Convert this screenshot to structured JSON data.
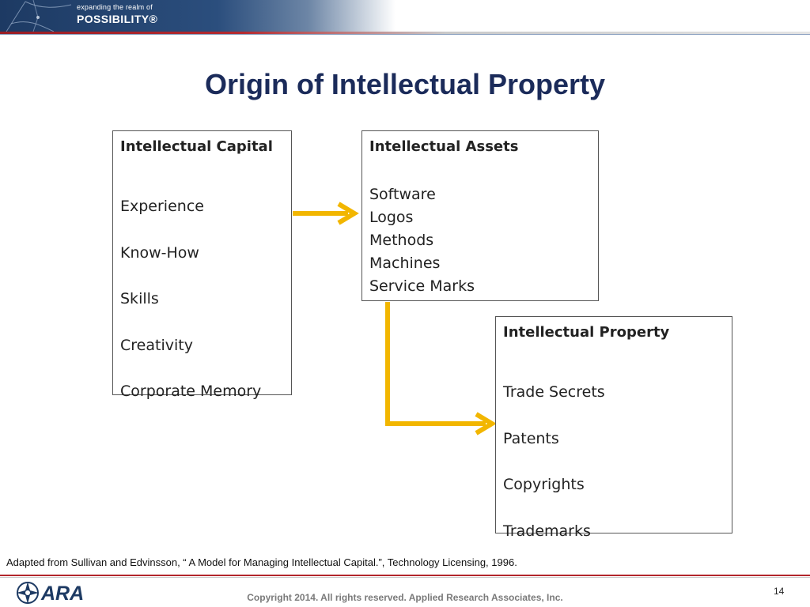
{
  "header": {
    "tagline_top": "expanding the realm of",
    "tagline_main": "POSSIBILITY®",
    "logo_icon": "compass-star-icon"
  },
  "title": "Origin of Intellectual Property",
  "diagram": {
    "capital": {
      "title": "Intellectual Capital",
      "items": [
        "Experience",
        "Know-How",
        "Skills",
        "Creativity",
        "Corporate Memory"
      ]
    },
    "assets": {
      "title": "Intellectual Assets",
      "items": [
        "Software",
        "Logos",
        "Methods",
        "Machines",
        "Service Marks"
      ]
    },
    "property": {
      "title": "Intellectual Property",
      "items": [
        "Trade Secrets",
        "Patents",
        "Copyrights",
        "Trademarks"
      ]
    },
    "arrow_color": "#f2b600"
  },
  "citation": "Adapted from Sullivan and Edvinsson, “ A Model for Managing Intellectual Capital.”, Technology Licensing, 1996.",
  "footer": {
    "logo_text": "ARA",
    "copyright": "Copyright 2014.  All rights reserved.  Applied Research Associates, Inc.",
    "page_number": "14"
  },
  "colors": {
    "title": "#1b2b5a",
    "banner": "#1d3a63",
    "accent_red": "#b3262b"
  }
}
